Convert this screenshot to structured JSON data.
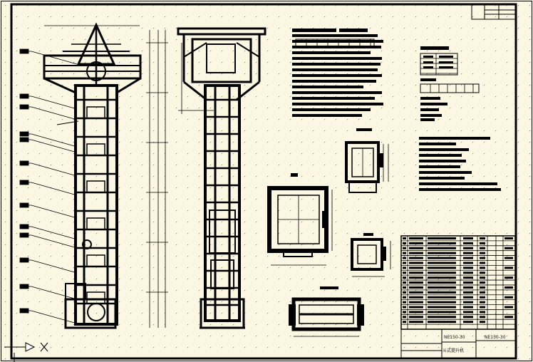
{
  "drawing": {
    "background_color": "#fbf7e3",
    "line_color": "#000000",
    "title_code": "NE150-30",
    "title_name": "斗式提升机",
    "scale_note": "NE150-30"
  },
  "icons": {
    "ucs_icon": "ucs-axis-icon",
    "cross_icon": "cross-cursor-icon"
  }
}
